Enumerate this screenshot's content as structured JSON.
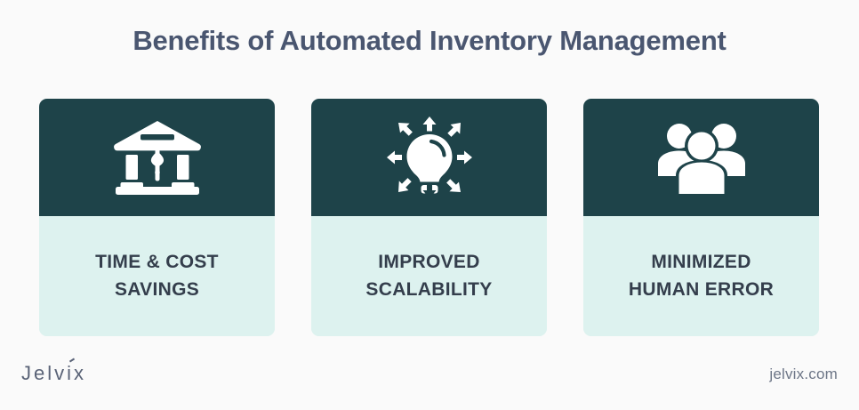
{
  "page": {
    "title": "Benefits of Automated Inventory Management",
    "background_color": "#fafafa",
    "title_color": "#4a5670"
  },
  "cards": [
    {
      "icon": "bank-dollar-icon",
      "label_line1": "TIME & COST",
      "label_line2": "SAVINGS",
      "icon_bg_color": "#1e4349",
      "body_bg_color": "#ddf2ef"
    },
    {
      "icon": "lightbulb-expand-icon",
      "label_line1": "IMPROVED",
      "label_line2": "SCALABILITY",
      "icon_bg_color": "#1e4349",
      "body_bg_color": "#ddf2ef"
    },
    {
      "icon": "people-group-icon",
      "label_line1": "MINIMIZED",
      "label_line2": "HUMAN ERROR",
      "icon_bg_color": "#1e4349",
      "body_bg_color": "#ddf2ef"
    }
  ],
  "footer": {
    "logo_part1": "Jelv",
    "logo_accent": "i",
    "logo_part2": "x",
    "site_url": "jelvix.com",
    "text_color": "#5a6377"
  }
}
